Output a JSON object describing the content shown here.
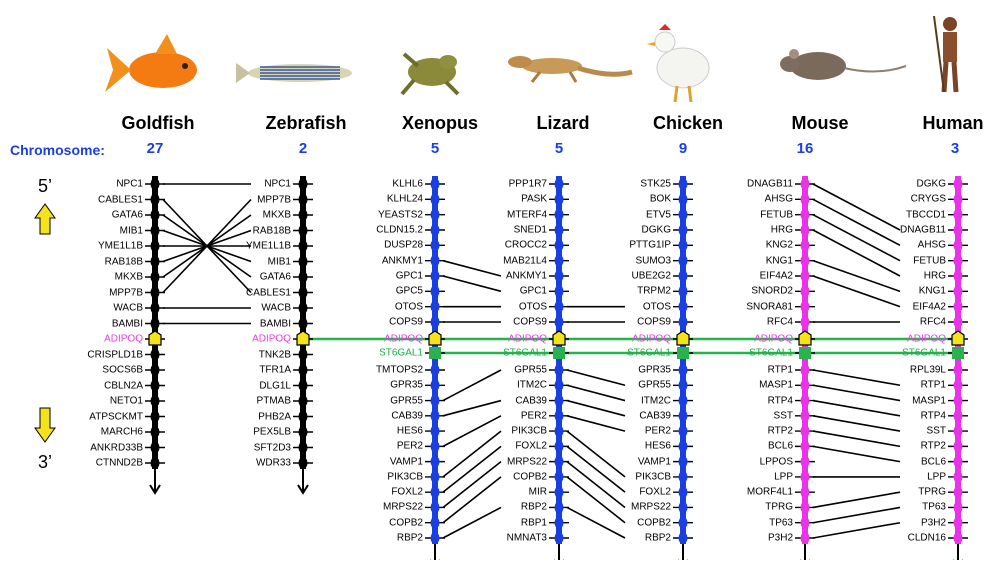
{
  "labels": {
    "chromosome": "Chromosome:",
    "five_prime": "5’",
    "three_prime": "3’"
  },
  "colors": {
    "goldfish": "#000000",
    "zebrafish": "#000000",
    "xenopus": "#1a3fe0",
    "lizard": "#1a3fe0",
    "chicken": "#1a3fe0",
    "mouse": "#e833e8",
    "human": "#e833e8",
    "adipoq": "#f5e31a",
    "st6gal1": "#2ab24e",
    "link_green": "#27b34c",
    "arrow_yellow": "#f4e21c"
  },
  "species": [
    {
      "name": "Goldfish",
      "chromosome": "27",
      "icon": "goldfish-photo"
    },
    {
      "name": "Zebrafish",
      "chromosome": "2",
      "icon": "zebrafish-photo"
    },
    {
      "name": "Xenopus",
      "chromosome": "5",
      "icon": "frog-photo"
    },
    {
      "name": "Lizard",
      "chromosome": "5",
      "icon": "lizard-photo"
    },
    {
      "name": "Chicken",
      "chromosome": "9",
      "icon": "chicken-photo"
    },
    {
      "name": "Mouse",
      "chromosome": "16",
      "icon": "mouse-photo"
    },
    {
      "name": "Human",
      "chromosome": "3",
      "icon": "human-photo"
    }
  ],
  "genes": {
    "goldfish": [
      "NPC1",
      "CABLES1",
      "GATA6",
      "MIB1",
      "YME1L1B",
      "RAB18B",
      "MKXB",
      "MPP7B",
      "WACB",
      "BAMBI",
      "ADIPOQ",
      "CRISPLD1B",
      "SOCS6B",
      "CBLN2A",
      "NETO1",
      "ATPSCKMT",
      "MARCH6",
      "ANKRD33B",
      "CTNND2B"
    ],
    "zebrafish": [
      "NPC1",
      "MPP7B",
      "MKXB",
      "RAB18B",
      "YME1L1B",
      "MIB1",
      "GATA6",
      "CABLES1",
      "WACB",
      "BAMBI",
      "ADIPOQ",
      "TNK2B",
      "TFR1A",
      "DLG1L",
      "PTMAB",
      "PHB2A",
      "PEX5LB",
      "SFT2D3",
      "WDR33"
    ],
    "xenopus": [
      "KLHL6",
      "KLHL24",
      "YEASTS2",
      "CLDN15.2",
      "DUSP28",
      "ANKMY1",
      "GPC1",
      "GPC5",
      "OTOS",
      "COPS9",
      "ADIPOQ",
      "ST6GAL1",
      "TMTOPS2",
      "GPR35",
      "GPR55",
      "CAB39",
      "HES6",
      "PER2",
      "VAMP1",
      "PIK3CB",
      "FOXL2",
      "MRPS22",
      "COPB2",
      "RBP2"
    ],
    "lizard_left": [
      "PPP1R7",
      "PASK",
      "MTERF4",
      "SNED1",
      "CROCC2",
      "MAB21L4",
      "ANKMY1",
      "GPC1",
      "OTOS",
      "COPS9",
      "ADIPOQ",
      "ST6GAL1",
      "GPR55",
      "ITM2C",
      "CAB39",
      "PER2",
      "PIK3CB",
      "FOXL2",
      "MRPS22",
      "COPB2",
      "MIR",
      "RBP2",
      "RBP1",
      "NMNAT3"
    ],
    "chicken": [
      "STK25",
      "BOK",
      "ETV5",
      "DGKG",
      "PTTG1IP",
      "SUMO3",
      "UBE2G2",
      "TRPM2",
      "OTOS",
      "COPS9",
      "ADIPOQ",
      "ST6GAL1",
      "GPR35",
      "GPR55",
      "ITM2C",
      "CAB39",
      "PER2",
      "HES6",
      "VAMP1",
      "PIK3CB",
      "FOXL2",
      "MRPS22",
      "COPB2",
      "RBP2"
    ],
    "mouse": [
      "DNAGB11",
      "AHSG",
      "FETUB",
      "HRG",
      "KNG2",
      "KNG1",
      "EIF4A2",
      "SNORD2",
      "SNORA81",
      "RFC4",
      "ADIPOQ",
      "ST6GAL1",
      "RTP1",
      "MASP1",
      "RTP4",
      "SST",
      "RTP2",
      "BCL6",
      "LPPOS",
      "LPP",
      "MORF4L1",
      "TPRG",
      "TP63",
      "P3H2"
    ],
    "human": [
      "DGKG",
      "CRYGS",
      "TBCCD1",
      "DNAGB11",
      "AHSG",
      "FETUB",
      "HRG",
      "KNG1",
      "EIF4A2",
      "RFC4",
      "ADIPOQ",
      "ST6GAL1",
      "RPL39L",
      "RTP1",
      "MASP1",
      "RTP4",
      "SST",
      "RTP2",
      "BCL6",
      "LPP",
      "TPRG",
      "TP63",
      "P3H2",
      "CLDN16"
    ]
  }
}
